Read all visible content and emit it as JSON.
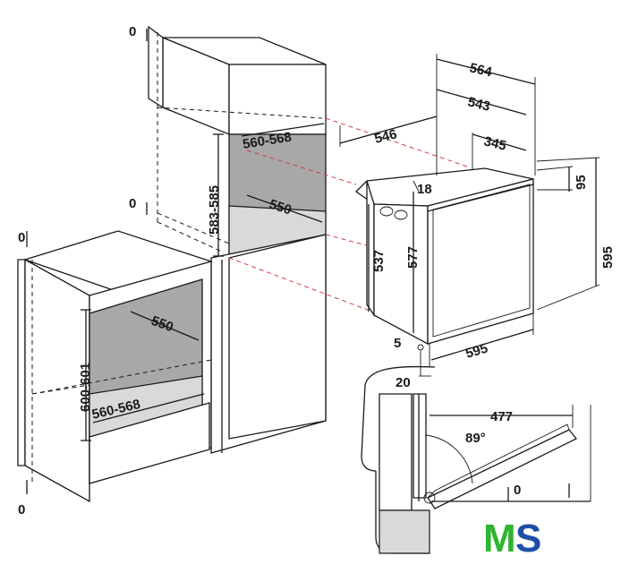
{
  "dimensions": {
    "tall_top_zero": "0",
    "tall_mid_zero": "0",
    "tall_niche_width": "560-568",
    "tall_niche_height": "583-585",
    "tall_niche_depth": "550",
    "base_top_zero": "0",
    "base_bottom_zero": "0",
    "base_niche_depth": "550",
    "base_niche_height": "600-601",
    "base_niche_width": "560-568",
    "oven_total_depth": "564",
    "oven_depth_543": "543",
    "oven_depth_546": "546",
    "oven_depth_345": "345",
    "oven_top_18": "18",
    "oven_top_95": "95",
    "oven_height_537": "537",
    "oven_height_577": "577",
    "oven_height_595": "595",
    "oven_width_595": "595",
    "oven_bottom_5": "5",
    "oven_front_20": "20",
    "door_open_477": "477",
    "door_angle": "89°",
    "door_zero": "0"
  },
  "logo": {
    "m": "M",
    "s": "S",
    "m_color": "#2fb52f",
    "s_color": "#1e4fa8"
  },
  "colors": {
    "niche": "#a8a8a8",
    "guide_lines": "#d04040"
  }
}
